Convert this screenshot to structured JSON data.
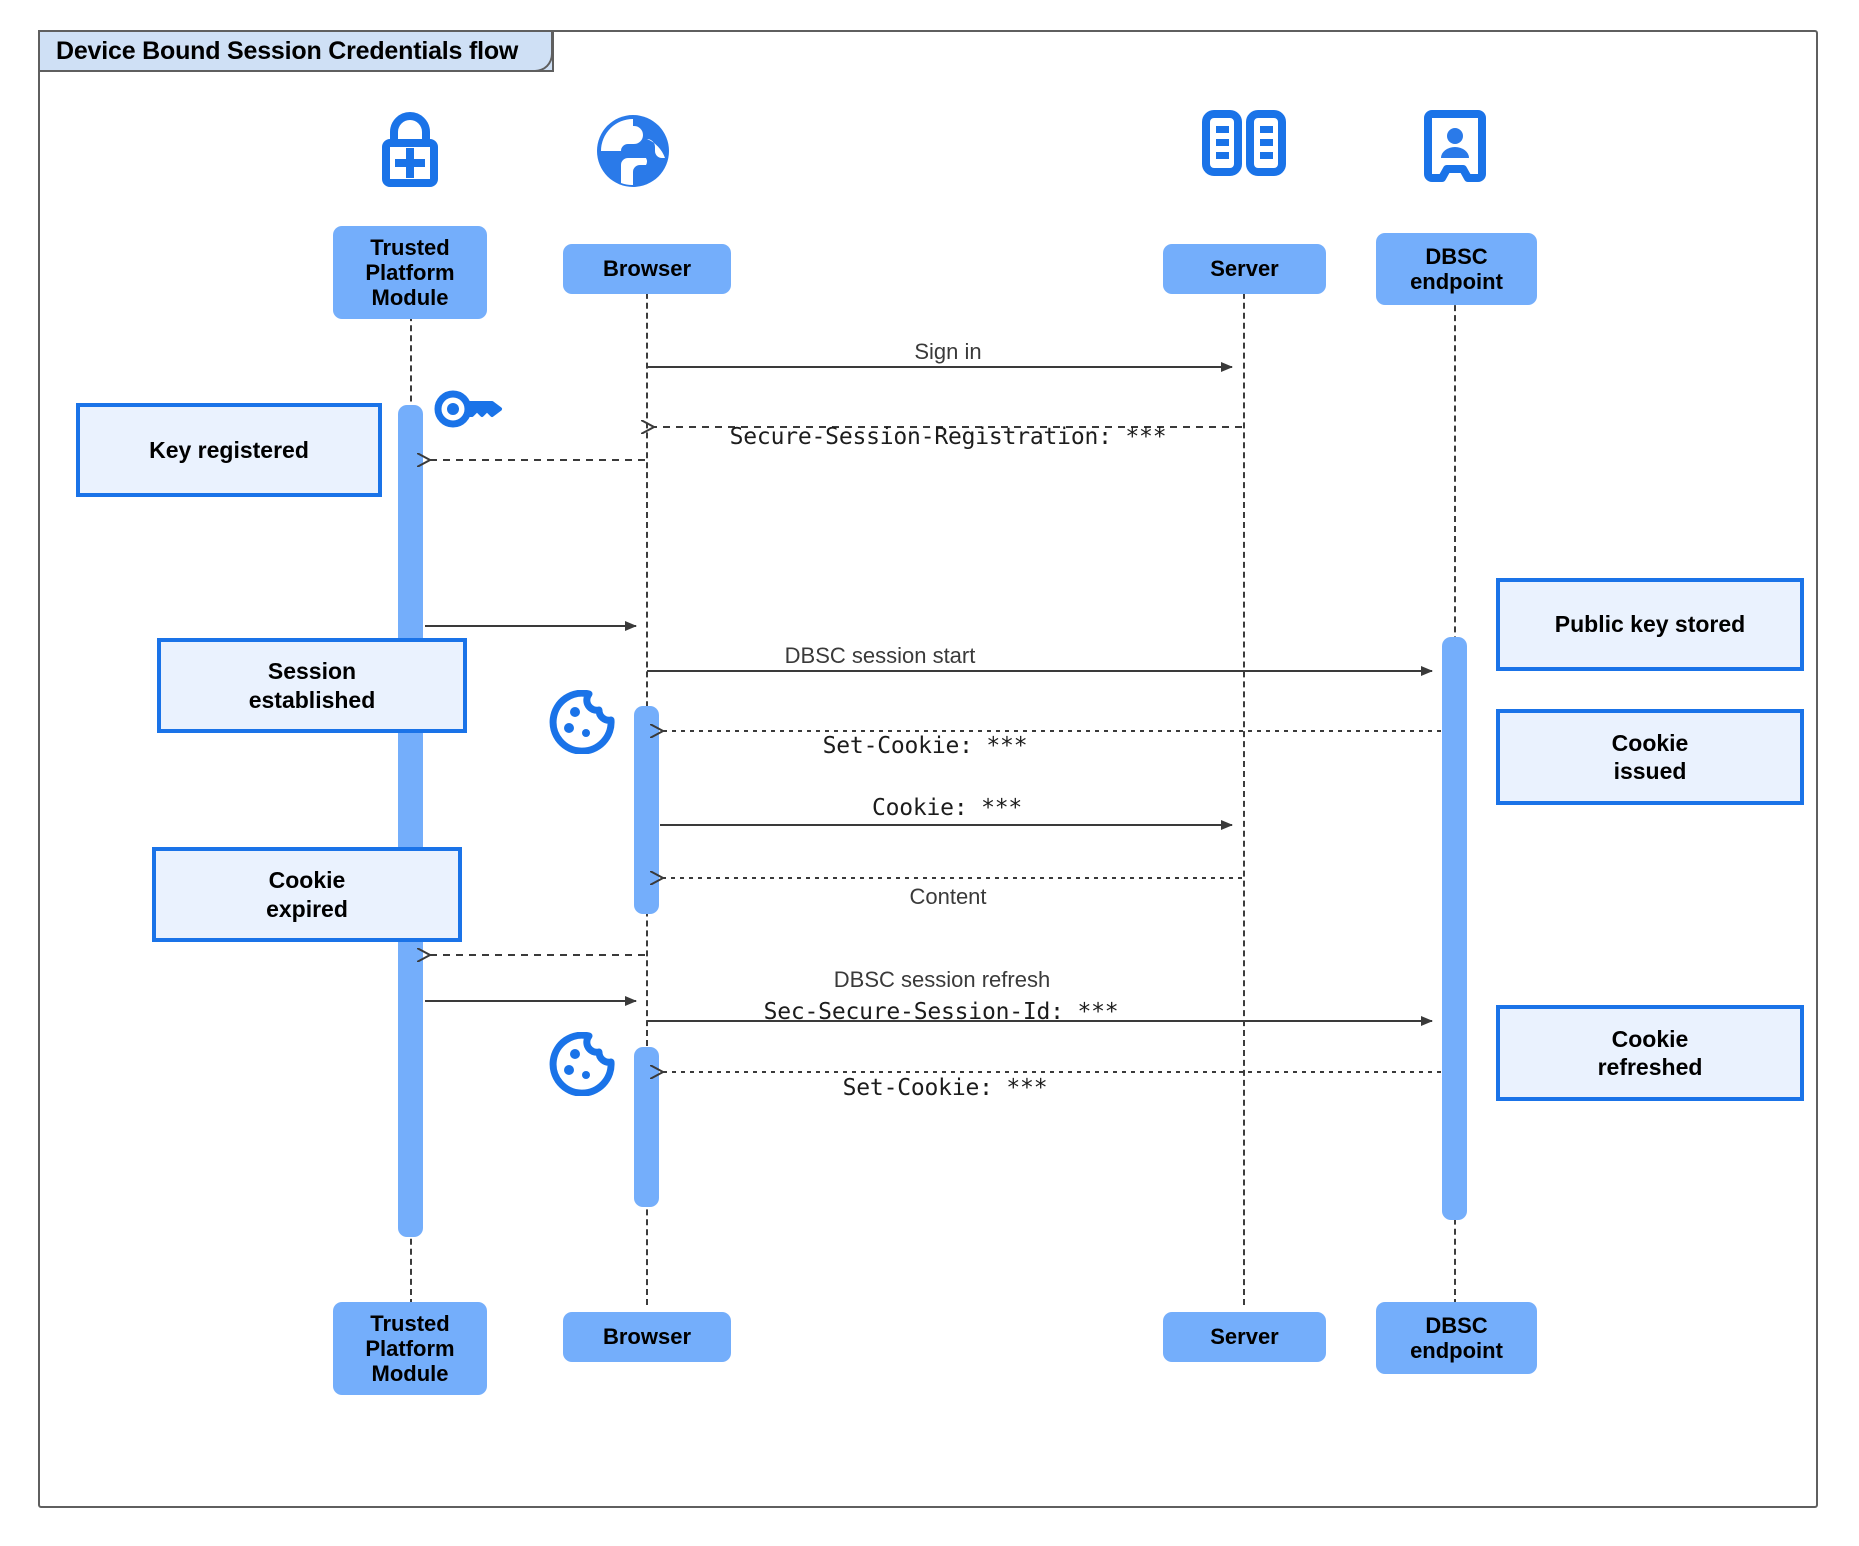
{
  "frame": {
    "title": "Device Bound Session Credentials flow"
  },
  "colors": {
    "participant_fill": "#74aefb",
    "note_fill": "#eaf2fe",
    "note_border": "#1a73e8",
    "icon_blue": "#1a73e8",
    "frame_border": "#5f5f5f",
    "frame_title_fill": "#cfe0f5",
    "lifeline": "#3c3c3c"
  },
  "participants": [
    {
      "id": "tpm",
      "label": "Trusted\nPlatform\nModule",
      "icon": "lock-plus-icon"
    },
    {
      "id": "browser",
      "label": "Browser",
      "icon": "globe-icon"
    },
    {
      "id": "server",
      "label": "Server",
      "icon": "server-rack-icon"
    },
    {
      "id": "dbsc",
      "label": "DBSC\nendpoint",
      "icon": "id-badge-icon"
    }
  ],
  "participants_bottom": [
    {
      "id": "tpm",
      "label": "Trusted\nPlatform\nModule"
    },
    {
      "id": "browser",
      "label": "Browser"
    },
    {
      "id": "server",
      "label": "Server"
    },
    {
      "id": "dbsc",
      "label": "DBSC\nendpoint"
    }
  ],
  "messages": [
    {
      "id": "m1",
      "text": "Sign in",
      "style": "sans",
      "from": "browser",
      "to": "server",
      "kind": "solid"
    },
    {
      "id": "m2",
      "text": "Secure-Session-Registration: ***",
      "style": "mono",
      "from": "server",
      "to": "browser",
      "kind": "dashed"
    },
    {
      "id": "m3",
      "text": "",
      "style": "sans",
      "from": "browser",
      "to": "tpm",
      "kind": "dashed"
    },
    {
      "id": "m4",
      "text": "",
      "style": "sans",
      "from": "tpm",
      "to": "browser",
      "kind": "solid"
    },
    {
      "id": "m5",
      "text": "DBSC session start",
      "style": "sans",
      "from": "browser",
      "to": "dbsc",
      "kind": "solid"
    },
    {
      "id": "m6",
      "text": "Set-Cookie: ***",
      "style": "mono",
      "from": "dbsc",
      "to": "browser",
      "kind": "dashed"
    },
    {
      "id": "m7",
      "text": "Cookie: ***",
      "style": "mono",
      "from": "browser",
      "to": "server",
      "kind": "solid"
    },
    {
      "id": "m8",
      "text": "Content",
      "style": "sans",
      "from": "server",
      "to": "browser",
      "kind": "dashed"
    },
    {
      "id": "m9",
      "text": "",
      "style": "sans",
      "from": "browser",
      "to": "tpm",
      "kind": "dashed"
    },
    {
      "id": "m10",
      "text": "DBSC session refresh",
      "style": "sans",
      "from": "tpm",
      "to": "browser",
      "kind": "solid"
    },
    {
      "id": "m11",
      "text": "Sec-Secure-Session-Id: ***",
      "style": "mono",
      "from": "browser",
      "to": "dbsc",
      "kind": "solid"
    },
    {
      "id": "m12",
      "text": "Set-Cookie: ***",
      "style": "mono",
      "from": "dbsc",
      "to": "browser",
      "kind": "dashed"
    }
  ],
  "notes": [
    {
      "id": "n1",
      "text": "Key registered",
      "side": "left"
    },
    {
      "id": "n2",
      "text": "Session\nestablished",
      "side": "left"
    },
    {
      "id": "n3",
      "text": "Cookie\nexpired",
      "side": "left"
    },
    {
      "id": "n4",
      "text": "Public key stored",
      "side": "right"
    },
    {
      "id": "n5",
      "text": "Cookie\nissued",
      "side": "right"
    },
    {
      "id": "n6",
      "text": "Cookie\nrefreshed",
      "side": "right"
    }
  ],
  "inline_icons": [
    {
      "id": "key1",
      "name": "key-icon",
      "near": "tpm"
    },
    {
      "id": "cookie1",
      "name": "cookie-icon",
      "near": "browser"
    },
    {
      "id": "cookie2",
      "name": "cookie-icon",
      "near": "browser"
    }
  ]
}
